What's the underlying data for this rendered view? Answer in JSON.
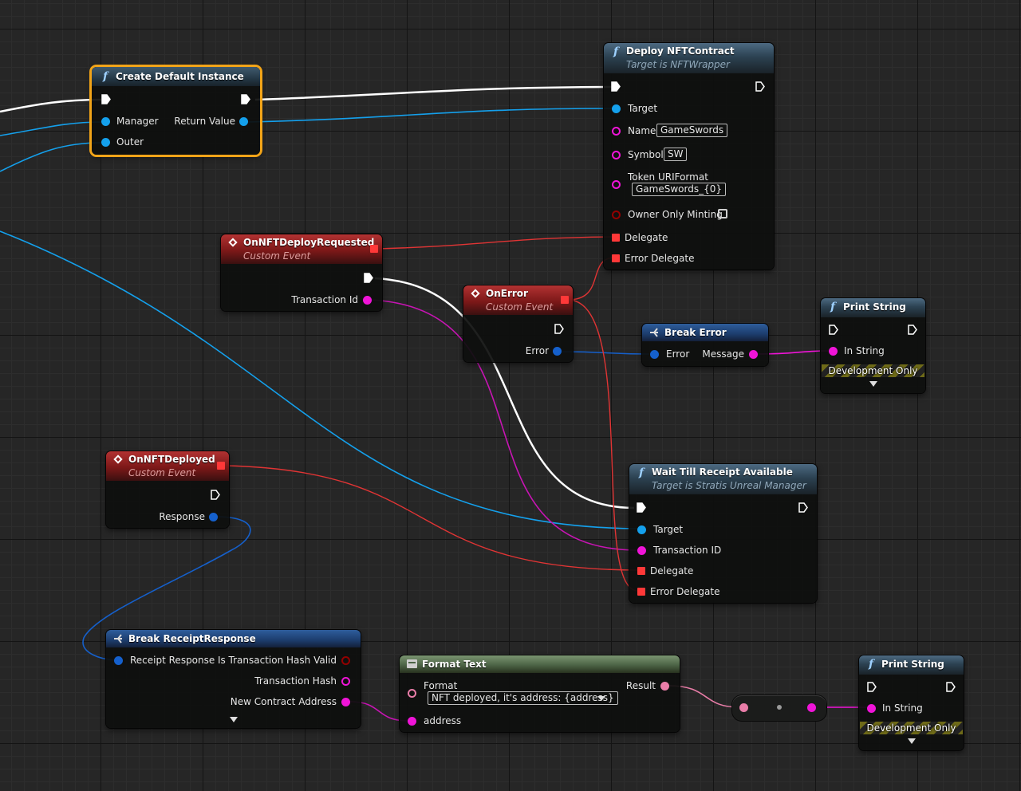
{
  "colors": {
    "exec": "#ffffff",
    "object": "#14a0ec",
    "object_dark": "#1560cc",
    "string": "#f014d8",
    "text": "#e97da8",
    "bool": "#930000",
    "delegate": "#ff3838",
    "selected_outline": "#f2a418"
  },
  "icons": {
    "function": "f",
    "event": "diamond-icon",
    "break": "break-struct-icon",
    "format": "format-text-icon"
  },
  "nodes": {
    "create_default_instance": {
      "title": "Create Default Instance",
      "pins": {
        "manager": "Manager",
        "return_value": "Return Value",
        "outer": "Outer"
      }
    },
    "deploy_nft_contract": {
      "title": "Deploy NFTContract",
      "subtitle": "Target is NFTWrapper",
      "pins": {
        "target": "Target",
        "name": "Name",
        "name_value": "GameSwords",
        "symbol": "Symbol",
        "symbol_value": "SW",
        "token_uri_format": "Token URIFormat",
        "token_uri_value": "GameSwords_{0}",
        "owner_only_minting": "Owner Only Minting",
        "delegate": "Delegate",
        "error_delegate": "Error Delegate"
      }
    },
    "on_nft_deploy_requested": {
      "title": "OnNFTDeployRequested",
      "subtitle": "Custom Event",
      "pins": {
        "transaction_id": "Transaction Id"
      }
    },
    "on_error": {
      "title": "OnError",
      "subtitle": "Custom Event",
      "pins": {
        "error": "Error"
      }
    },
    "break_error": {
      "title": "Break Error",
      "pins": {
        "error": "Error",
        "message": "Message"
      }
    },
    "print_string_1": {
      "title": "Print String",
      "pins": {
        "in_string": "In String"
      },
      "dev_only": "Development Only"
    },
    "on_nft_deployed": {
      "title": "OnNFTDeployed",
      "subtitle": "Custom Event",
      "pins": {
        "response": "Response"
      }
    },
    "wait_till_receipt": {
      "title": "Wait Till Receipt Available",
      "subtitle": "Target is Stratis Unreal Manager",
      "pins": {
        "target": "Target",
        "transaction_id": "Transaction ID",
        "delegate": "Delegate",
        "error_delegate": "Error Delegate"
      }
    },
    "break_receipt_response": {
      "title": "Break ReceiptResponse",
      "pins": {
        "receipt_response": "Receipt Response",
        "is_tx_hash_valid": "Is Transaction Hash Valid",
        "transaction_hash": "Transaction Hash",
        "new_contract_address": "New Contract Address"
      }
    },
    "format_text": {
      "title": "Format Text",
      "pins": {
        "format": "Format",
        "format_value": "NFT deployed, it's address: {address}",
        "result": "Result",
        "address": "address"
      }
    },
    "print_string_2": {
      "title": "Print String",
      "pins": {
        "in_string": "In String"
      },
      "dev_only": "Development Only"
    }
  }
}
